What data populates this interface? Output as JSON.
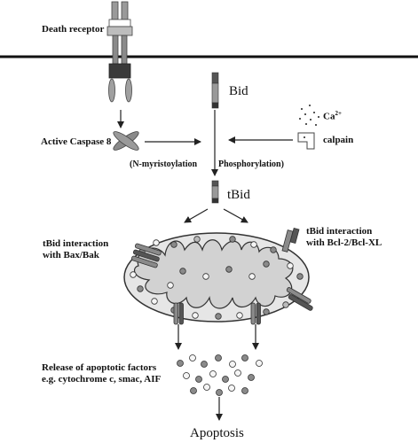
{
  "labels": {
    "death_receptor": "Death receptor",
    "bid": "Bid",
    "ca_ion": "Ca",
    "ca_charge": "2+",
    "calpain": "calpain",
    "active_caspase8": "Active Caspase 8",
    "n_myristoylation": "(N-myristoylation",
    "phosphorylation": "Phosphorylation)",
    "tbid": "tBid",
    "tbid_bax_line1": "tBid interaction",
    "tbid_bax_line2": "with Bax/Bak",
    "tbid_bcl_line1": "tBid interaction",
    "tbid_bcl_line2": "with Bcl-2/Bcl-XL",
    "release_line1": "Release of apoptotic factors",
    "release_line2": "e.g. cytochrome c, smac, AIF",
    "apoptosis": "Apoptosis"
  }
}
